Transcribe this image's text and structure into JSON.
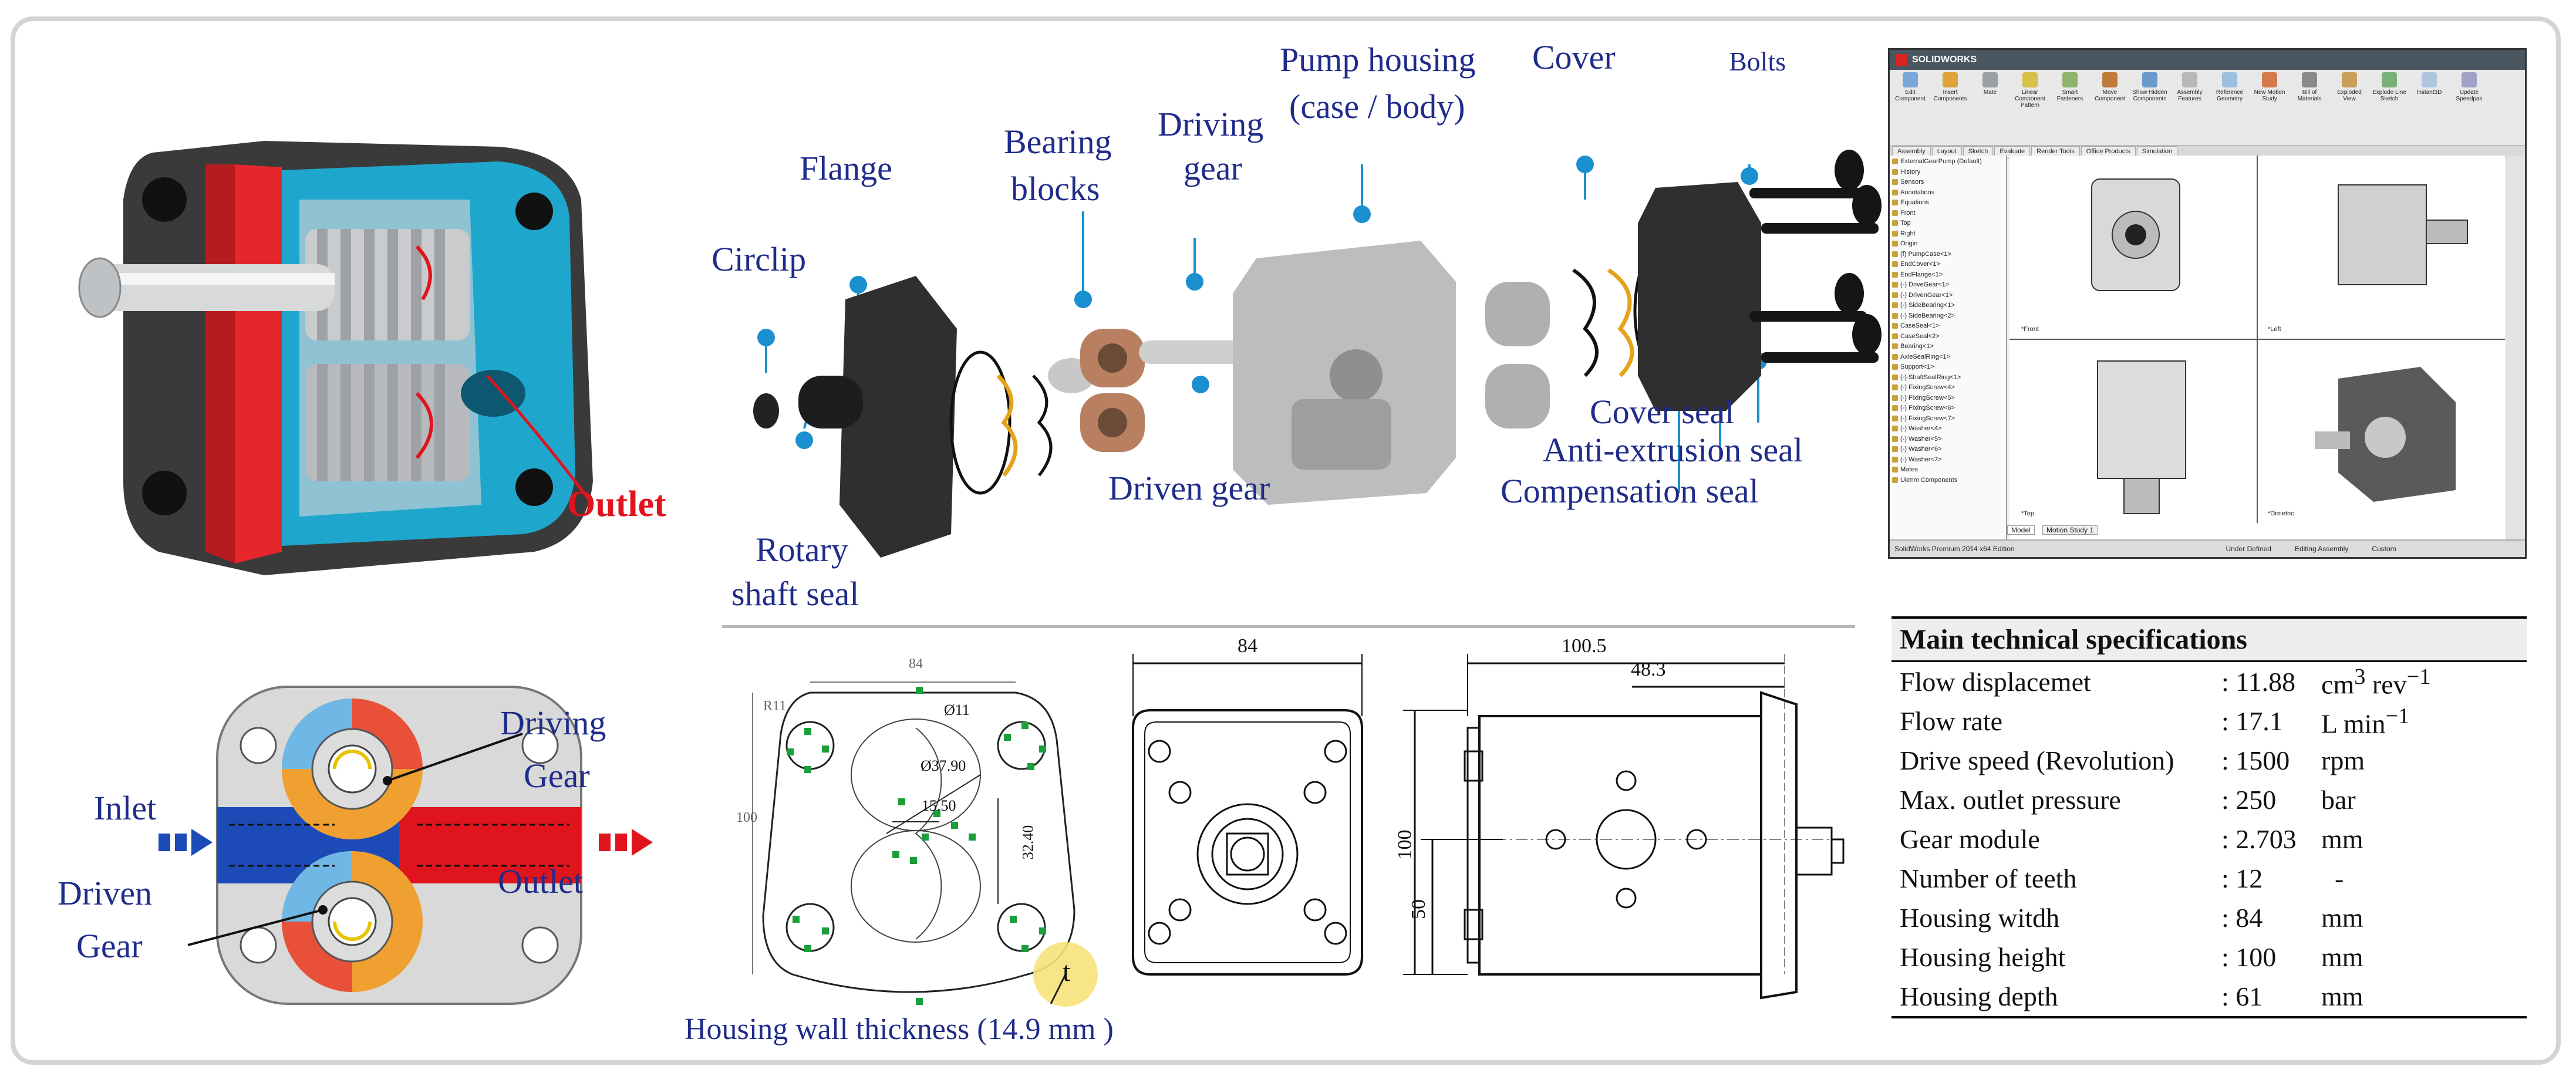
{
  "cutaway": {
    "outlet_label": "Outlet"
  },
  "flow_diagram": {
    "inlet": "Inlet",
    "outlet": "Outlet",
    "driving_gear": [
      "Driving",
      "Gear"
    ],
    "driven_gear": [
      "Driven",
      "Gear"
    ]
  },
  "exploded": {
    "circlip": "Circlip",
    "flange": "Flange",
    "bearing_blocks": [
      "Bearing",
      "blocks"
    ],
    "driving_gear": [
      "Driving",
      "gear"
    ],
    "pump_housing": [
      "Pump housing",
      "(case / body)"
    ],
    "cover": "Cover",
    "bolts": "Bolts",
    "rotary_shaft_seal": [
      "Rotary",
      "shaft seal"
    ],
    "driven_gear": "Driven gear",
    "cover_seal": "Cover seal",
    "anti_extrusion_seal": "Anti-extrusion seal",
    "compensation_seal": "Compensation seal"
  },
  "drawings": {
    "sketch_dims": [
      "84",
      "100",
      "R11",
      "Ø11",
      "Ø37.90",
      "15.50",
      "32.40"
    ],
    "thickness_marker": "t",
    "wall_thickness_caption": "Housing wall thickness (14.9 mm )",
    "front_width": "84",
    "front_height": "100",
    "side_width": "100.5",
    "side_offset": "48.3",
    "side_height": "50"
  },
  "cad_window": {
    "app_name": "SOLIDWORKS",
    "ribbon_buttons": [
      "Edit Component",
      "Insert Components",
      "Mate",
      "Linear Component Pattern",
      "Smart Fasteners",
      "Move Component",
      "Show Hidden Components",
      "Assembly Features",
      "Reference Geometry",
      "New Motion Study",
      "Bill of Materials",
      "Exploded View",
      "Explode Line Sketch",
      "Instant3D",
      "Update Speedpak"
    ],
    "tabs": [
      "Assembly",
      "Layout",
      "Sketch",
      "Evaluate",
      "Render Tools",
      "Office Products",
      "Simulation"
    ],
    "tree_items": [
      "ExternalGearPump (Default)",
      "History",
      "Sensors",
      "Annotations",
      "Equations",
      "Front",
      "Top",
      "Right",
      "Origin",
      "(f) PumpCase<1>",
      "EndCover<1>",
      "EndFlange<1>",
      "(-) DriveGear<1>",
      "(-) DrivenGear<1>",
      "(-) SideBearing<1>",
      "(-) SideBearing<2>",
      "CaseSeal<1>",
      "CaseSeal<2>",
      "Bearing<1>",
      "AxleSealRing<1>",
      "Support<1>",
      "(-) ShaftSealRing<1>",
      "(-) FixingScrew<4>",
      "(-) FixingScrew<5>",
      "(-) FixingScrew<6>",
      "(-) FixingScrew<7>",
      "(-) Washer<4>",
      "(-) Washer<5>",
      "(-) Washer<6>",
      "(-) Washer<7>",
      "Mates",
      "Ukmm Components"
    ],
    "view_labels": [
      "*Front",
      "*Left",
      "*Top",
      "*Dimetric"
    ],
    "bottom_tabs": [
      "Model",
      "Motion Study 1"
    ],
    "status": [
      "SolidWorks Premium 2014 x64 Edition",
      "Under Defined",
      "Editing Assembly",
      "Custom"
    ]
  },
  "specs": {
    "title": "Main technical specifications",
    "rows": [
      {
        "name": "Flow displacemet",
        "value": ": 11.88",
        "unit_html": "cm<sup>3</sup> rev<sup>−1</sup>"
      },
      {
        "name": "Flow rate",
        "value": ": 17.1",
        "unit_html": "L min<sup>−1</sup>"
      },
      {
        "name": "Drive speed (Revolution)",
        "value": ": 1500",
        "unit_html": "rpm"
      },
      {
        "name": "Max. outlet pressure",
        "value": ": 250",
        "unit_html": "bar"
      },
      {
        "name": "Gear module",
        "value": ": 2.703",
        "unit_html": "mm"
      },
      {
        "name": "Number of teeth",
        "value": ": 12",
        "unit_html": "&nbsp;&nbsp;-"
      },
      {
        "name": "Housing witdh",
        "value": ": 84",
        "unit_html": "mm"
      },
      {
        "name": "Housing height",
        "value": ": 100",
        "unit_html": "mm"
      },
      {
        "name": "Housing depth",
        "value": ": 61",
        "unit_html": "mm"
      }
    ]
  },
  "colors": {
    "label_blue": "#1f2c8a",
    "marker_blue": "#1a90d0",
    "outlet_red": "#e0141c",
    "housing_cyan": "#1fa6cc"
  }
}
